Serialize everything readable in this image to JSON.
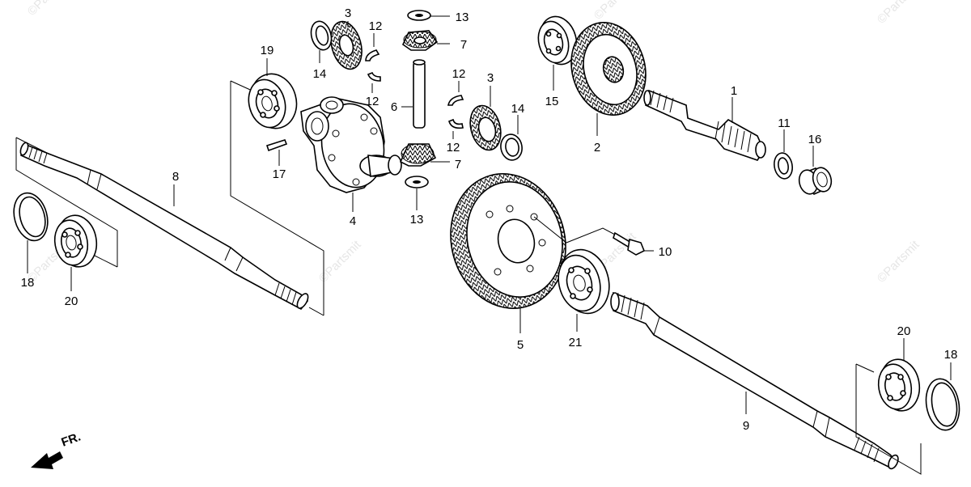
{
  "watermark": "©Partsmit",
  "front_indicator": "FR.",
  "callouts": {
    "c1": "1",
    "c2": "2",
    "c3a": "3",
    "c3b": "3",
    "c4": "4",
    "c5": "5",
    "c6": "6",
    "c7a": "7",
    "c7b": "7",
    "c8": "8",
    "c9": "9",
    "c10": "10",
    "c11": "11",
    "c12a": "12",
    "c12b": "12",
    "c12c": "12",
    "c12d": "12",
    "c13a": "13",
    "c13b": "13",
    "c14a": "14",
    "c14b": "14",
    "c15": "15",
    "c16": "16",
    "c17": "17",
    "c18a": "18",
    "c18b": "18",
    "c19": "19",
    "c20a": "20",
    "c20b": "20",
    "c21": "21"
  }
}
